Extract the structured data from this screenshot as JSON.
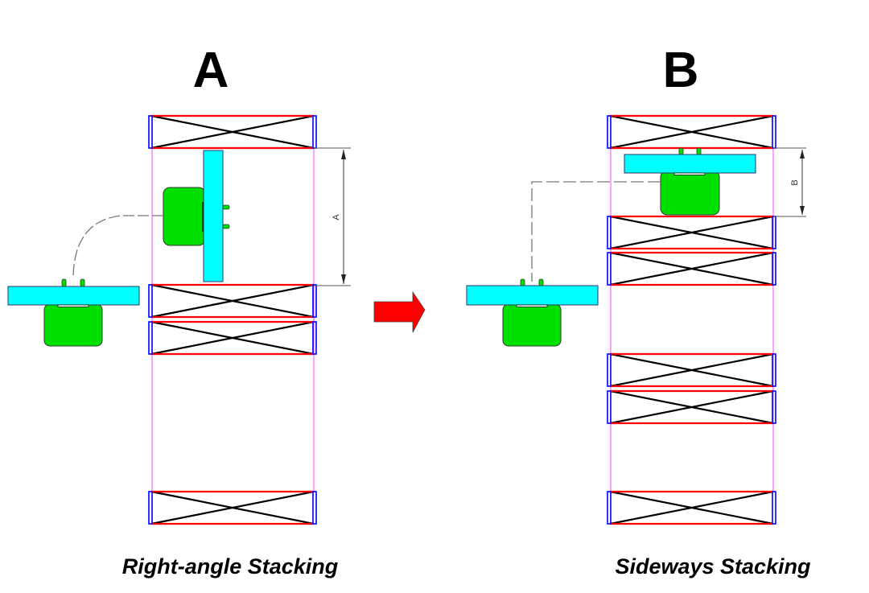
{
  "panels": [
    {
      "id": "A",
      "letter": "A",
      "caption": "Right-angle Stacking",
      "dimension_label": "A",
      "connector_orientation": "vertical"
    },
    {
      "id": "B",
      "letter": "B",
      "caption": "Sideways Stacking",
      "dimension_label": "B",
      "connector_orientation": "horizontal"
    }
  ],
  "transition_arrow": {
    "color": "#ff0000",
    "direction": "right"
  },
  "colors": {
    "coil_side": "#ff0000",
    "coil_end": "#0000ff",
    "coil_cross": "#000000",
    "guide_line": "#ff66ff",
    "board": "#00ffff",
    "connector_body": "#00e000",
    "cable": "#777777",
    "dimension_line": "#555555"
  }
}
